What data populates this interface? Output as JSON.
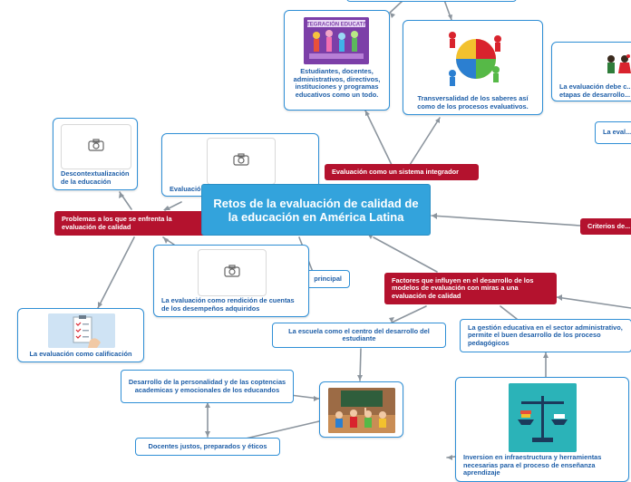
{
  "central": {
    "title": "Retos de la evaluación de calidad de la educación en América Latina"
  },
  "nodes": {
    "integracion": {
      "image_caption": "INTEGRACIÓN EDUCATIVA",
      "label": "Estudiantes, docentes, administrativos, directivos, instituciones y programas educativos como un todo."
    },
    "transversalidad": {
      "label": "Transversalidad de los saberes así como de los procesos evaluativos."
    },
    "etapas": {
      "label": "La evaluación debe c... etapas de desarrollo..."
    },
    "la_eval_right": {
      "label": "La eval..."
    },
    "descontextualizacion": {
      "label": "Descontextualización de la educación"
    },
    "evaluacion_partial": {
      "label": "Evaluació..."
    },
    "sistema_integrador": {
      "label": "Evaluación como un sistema integrador"
    },
    "problemas": {
      "label": "Problemas a los que se enfrenta la evaluación de calidad"
    },
    "criterios": {
      "label": "Criterios de..."
    },
    "principal": {
      "label": "principal"
    },
    "rendicion": {
      "label": "La evaluación como rendición de cuentas de los desempeños adquiridos"
    },
    "factores": {
      "label": "Factores que influyen en el desarrollo de los modelos de evaluación con miras a una evaluación de calidad"
    },
    "calificacion": {
      "label": "La evaluación como calificación"
    },
    "escuela": {
      "label": "La escuela como el centro del desarrollo del estudiante"
    },
    "gestion": {
      "label": "La gestión educativa en el sector administrativo, permite el buen desarrollo de los proceso pedagógicos"
    },
    "personalidad": {
      "label": "Desarrollo de la personalidad y de las coptencias academicas y emocionales de los educandos"
    },
    "docentes": {
      "label": "Docentes justos, preparados y éticos"
    },
    "inversion": {
      "label": "Inversion en infraestructura y herramientas necesarias para el proceso de enseñanza aprendizaje"
    }
  },
  "icons": [
    "camera-icon",
    "integration-image",
    "puzzle-image",
    "people-image",
    "checklist-image",
    "classroom-image",
    "books-scale-image"
  ],
  "colors": {
    "central": "#33a3dc",
    "topic": "#b4122e",
    "card_border": "#2f8fd6",
    "card_text": "#1f5fa8",
    "connector": "#8c959e"
  }
}
